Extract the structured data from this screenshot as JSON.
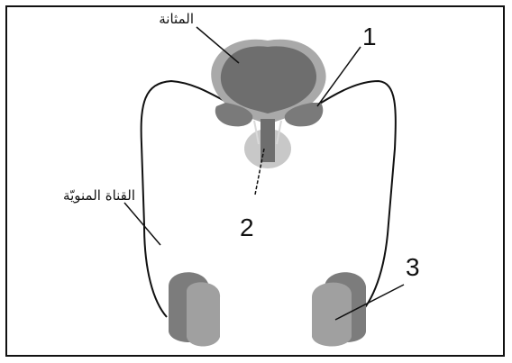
{
  "labels": {
    "bladder": "المثانة",
    "vas_deferens": "القناة المنويّة",
    "marker_1": "1",
    "marker_2": "2",
    "marker_3": "3"
  },
  "colors": {
    "bladder_wall": "#a9a9a9",
    "bladder_inner": "#6e6e6e",
    "gland": "#7a7a7a",
    "prostate": "#c8c8c8",
    "testis_front": "#a0a0a0",
    "testis_back": "#7c7c7c",
    "duct_line": "#111111"
  }
}
